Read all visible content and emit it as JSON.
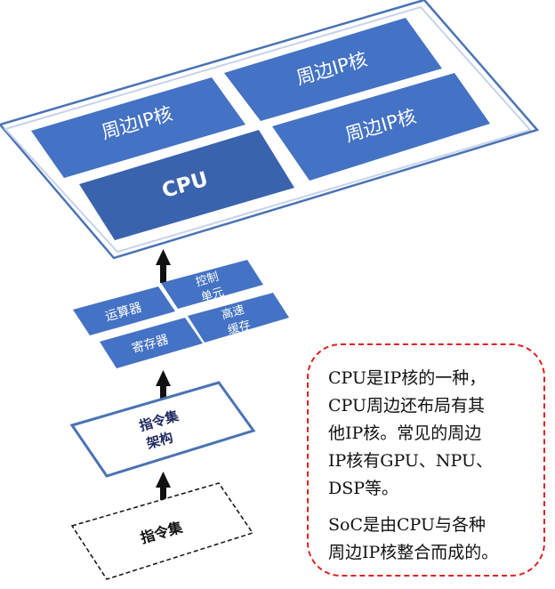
{
  "top_layer": {
    "peripheral_ip": [
      "周边IP核",
      "周边IP核",
      "周边IP核"
    ],
    "cpu": "CPU"
  },
  "microarch": {
    "alu": "运算器",
    "control_unit": [
      "控制",
      "单元"
    ],
    "register": "寄存器",
    "cache": [
      "高速",
      "缓存"
    ]
  },
  "isa_arch": [
    "指令集",
    "架构"
  ],
  "isa": "指令集",
  "note": {
    "lines1": [
      "CPU是IP核的一种，",
      "CPU周边还布局有其",
      "他IP核。常见的周边",
      "IP核有GPU、NPU、",
      "DSP等。"
    ],
    "lines2": [
      "SoC是由CPU与各种",
      "周边IP核整合而成的。"
    ]
  },
  "colors": {
    "block": "#4472c4",
    "cpu_block": "#3a63ad",
    "outline": "#4a73b5",
    "note_border": "#e02020"
  }
}
